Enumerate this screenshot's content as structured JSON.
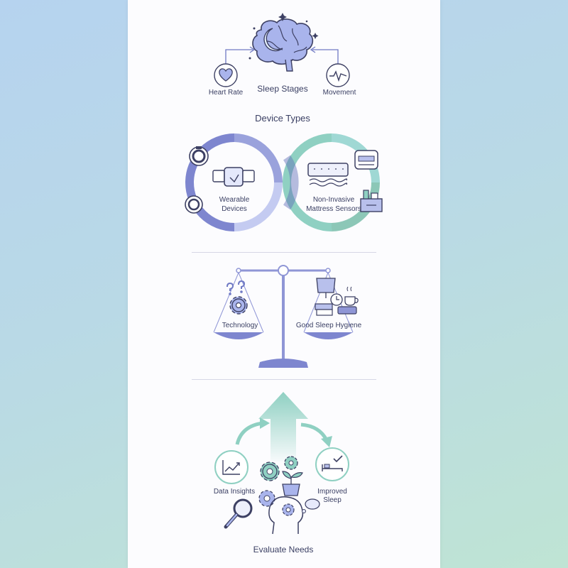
{
  "sections": {
    "sleep_stages": {
      "center_label": "Sleep Stages",
      "left_label": "Heart Rate",
      "right_label": "Movement"
    },
    "device_types": {
      "title": "Device Types",
      "left_line1": "Wearable",
      "left_line2": "Devices",
      "right_line1": "Non-Invasive",
      "right_line2": "Mattress Sensors"
    },
    "balance": {
      "left_label": "Technology",
      "right_label": "Good Sleep Hygiene"
    },
    "evaluate": {
      "left_label": "Data Insights",
      "right_line1": "Improved",
      "right_line2": "Sleep",
      "bottom_label": "Evaluate Needs"
    }
  },
  "colors": {
    "indigo": "#7e86cf",
    "lavender": "#b8c0ec",
    "teal": "#8fd0c2",
    "outline": "#3d4063",
    "panel": "#fcfcfe"
  },
  "icons": [
    "brain-icon",
    "moon-icon",
    "heart-icon",
    "pulse-icon",
    "smartwatch-icon",
    "ring-icon",
    "mattress-icon",
    "bed-icon",
    "nightstand-icon",
    "scale-icon",
    "gear-icon",
    "question-icon",
    "lamp-icon",
    "clock-icon",
    "coffee-icon",
    "book-icon",
    "arrow-up-icon",
    "chart-icon",
    "magnifier-icon",
    "plant-icon",
    "head-icon",
    "thought-bubble-icon",
    "bed-check-icon"
  ]
}
